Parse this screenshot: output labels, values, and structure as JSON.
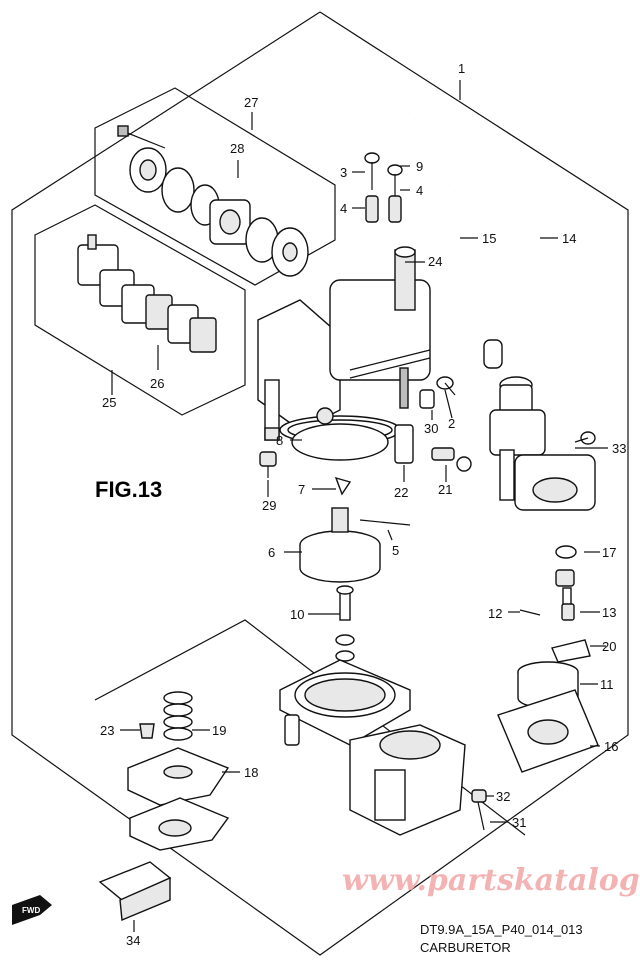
{
  "figure": {
    "label": "FIG.13",
    "model_code": "DT9.9A_15A_P40_014_013",
    "title": "CARBURETOR",
    "watermark": "www.partskatalog.ru",
    "fwd_arrow_text": "FWD"
  },
  "callouts": [
    "1",
    "2",
    "3",
    "4",
    "4",
    "5",
    "6",
    "7",
    "8",
    "9",
    "10",
    "11",
    "12",
    "13",
    "14",
    "15",
    "16",
    "17",
    "18",
    "19",
    "20",
    "21",
    "22",
    "23",
    "24",
    "25",
    "26",
    "27",
    "28",
    "29",
    "30",
    "31",
    "32",
    "33",
    "34"
  ]
}
